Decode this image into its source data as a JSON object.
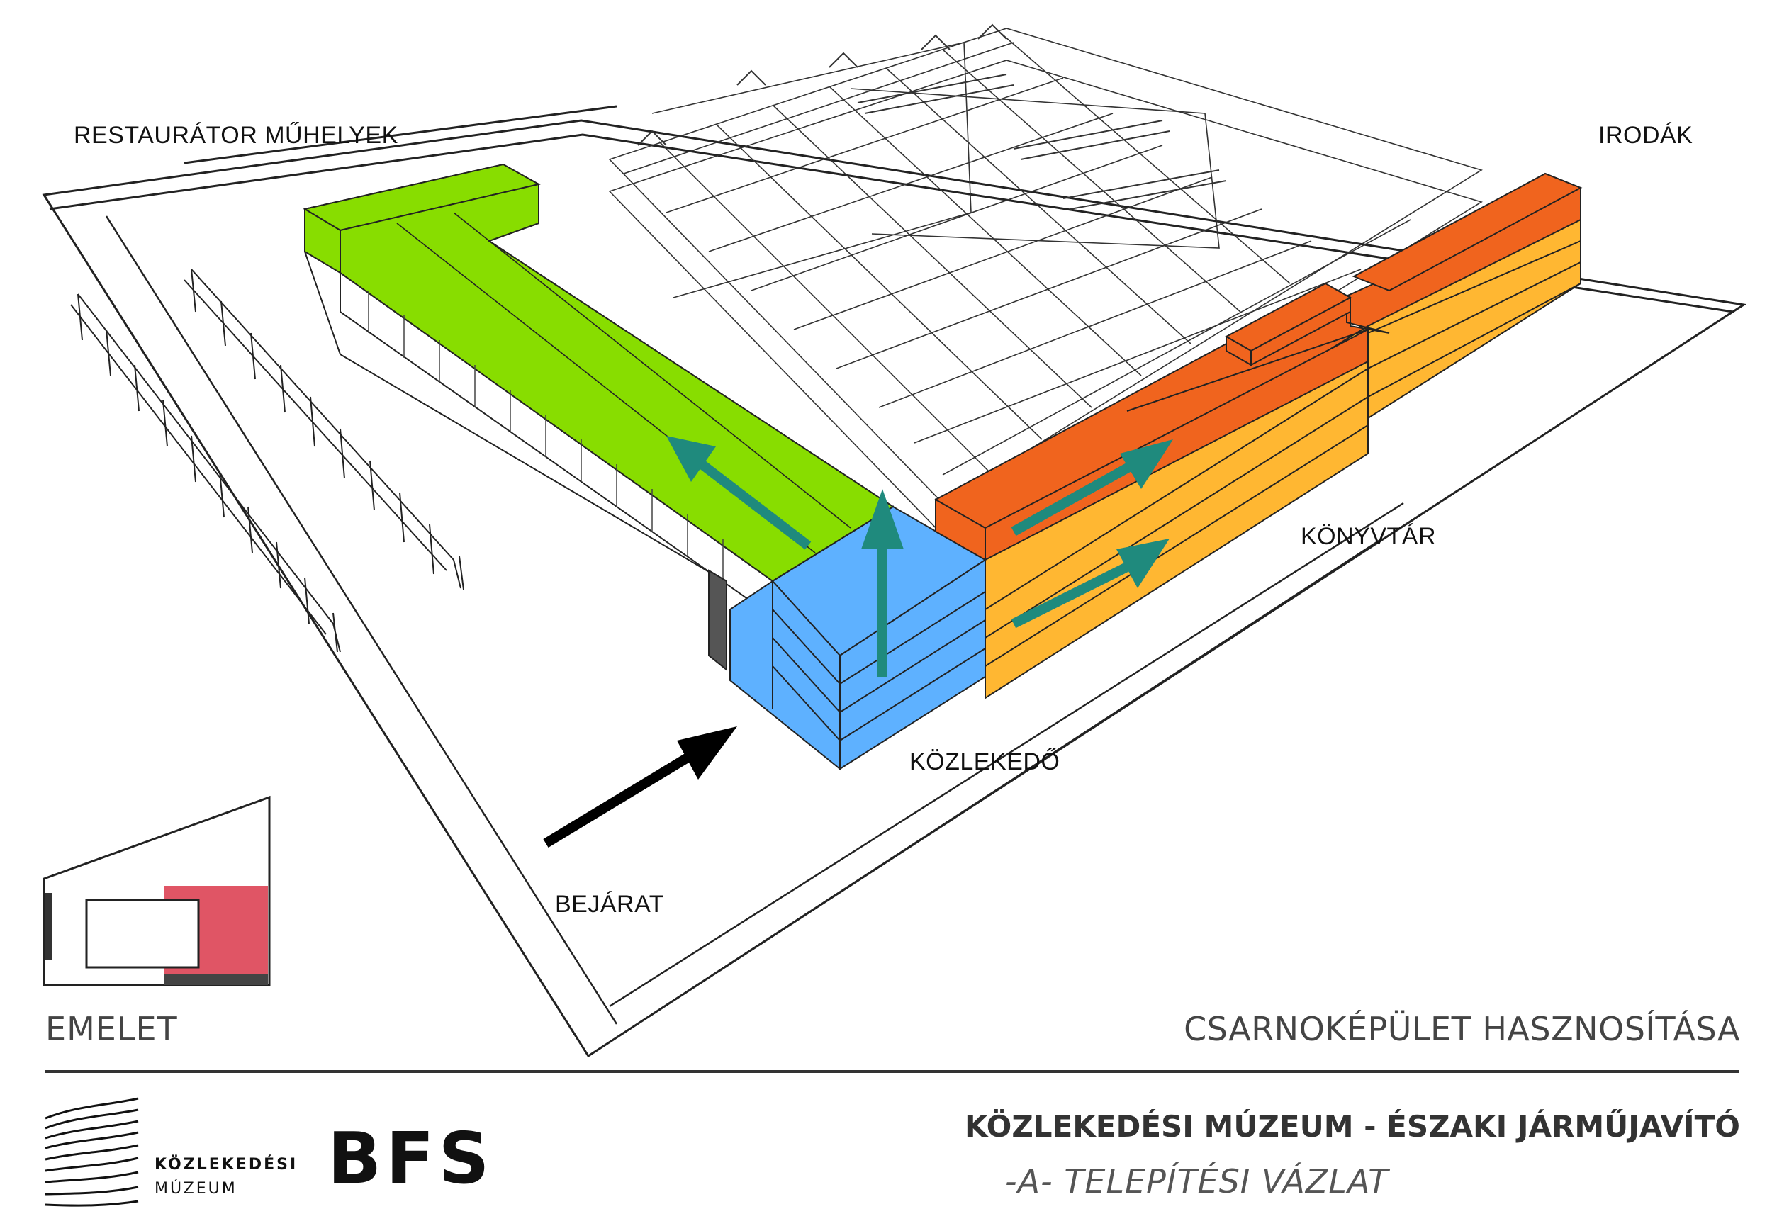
{
  "labels": {
    "restaurator": "RESTAURÁTOR MŰHELYEK",
    "irodak": "IRODÁK",
    "konyvtar": "KÖNYVTÁR",
    "kozlekedo": "KÖZLEKEDŐ",
    "bejarat": "BEJÁRAT"
  },
  "footer": {
    "level": "EMELET",
    "subject": "CSARNOKÉPÜLET HASZNOSÍTÁSA"
  },
  "branding": {
    "museum_line1": "KÖZLEKEDÉSI",
    "museum_line2": "MÚZEUM",
    "firm": "BFS"
  },
  "title": {
    "main": "KÖZLEKEDÉSI MÚZEUM - ÉSZAKI JÁRMŰJAVÍTÓ",
    "sub": "-A- TELEPÍTÉSI VÁZLAT"
  },
  "colors": {
    "restaurator": "#88dd00",
    "irodak": "#f0641e",
    "konyvtar": "#ffb732",
    "kozlekedo": "#5eb1ff",
    "flow_arrow": "#1f8a7d",
    "entrance_arrow": "#000000",
    "keyplan_highlight": "#e05565"
  }
}
